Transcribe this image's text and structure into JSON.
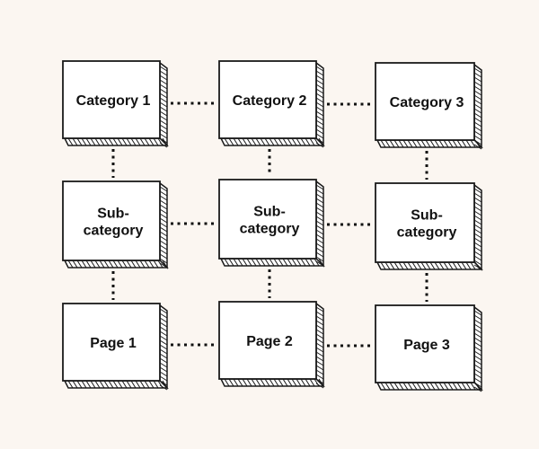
{
  "colors": {
    "background": "#fbf6f1",
    "box_fill": "#ffffff",
    "stroke": "#1a1a1a",
    "connector": "#111111"
  },
  "diagram": {
    "rows": [
      {
        "nodes": [
          {
            "lines": [
              "Category 1"
            ]
          },
          {
            "lines": [
              "Category 2"
            ]
          },
          {
            "lines": [
              "Category 3"
            ]
          }
        ]
      },
      {
        "nodes": [
          {
            "lines": [
              "Sub-",
              "category"
            ]
          },
          {
            "lines": [
              "Sub-",
              "category"
            ]
          },
          {
            "lines": [
              "Sub-",
              "category"
            ]
          }
        ]
      },
      {
        "nodes": [
          {
            "lines": [
              "Page 1"
            ]
          },
          {
            "lines": [
              "Page 2"
            ]
          },
          {
            "lines": [
              "Page 3"
            ]
          }
        ]
      }
    ],
    "connector_style": "dotted",
    "connections": "grid"
  }
}
